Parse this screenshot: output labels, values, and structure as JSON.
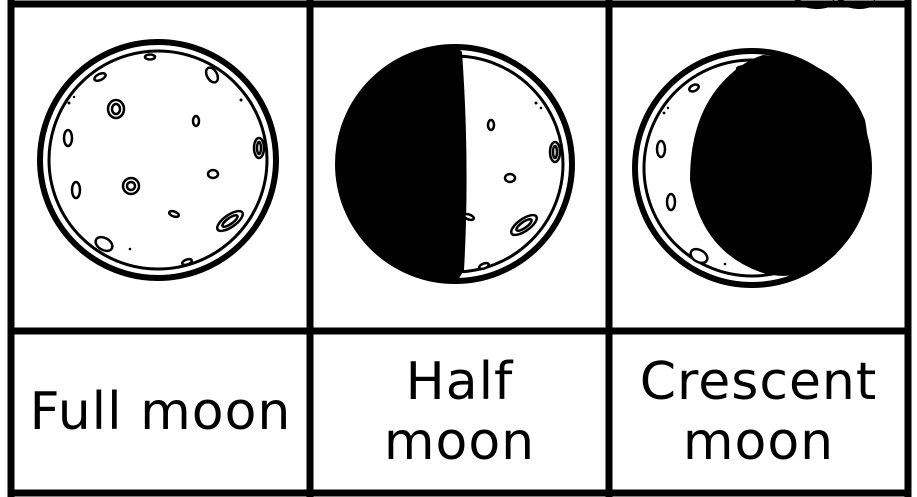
{
  "cards": [
    {
      "id": "full",
      "label": "Full moon"
    },
    {
      "id": "half",
      "label": "Half moon"
    },
    {
      "id": "crescent",
      "label": "Crescent moon"
    }
  ],
  "colors": {
    "ink": "#000000",
    "paper": "#ffffff"
  },
  "icons": [
    "full-moon-icon",
    "half-moon-icon",
    "crescent-moon-icon"
  ]
}
